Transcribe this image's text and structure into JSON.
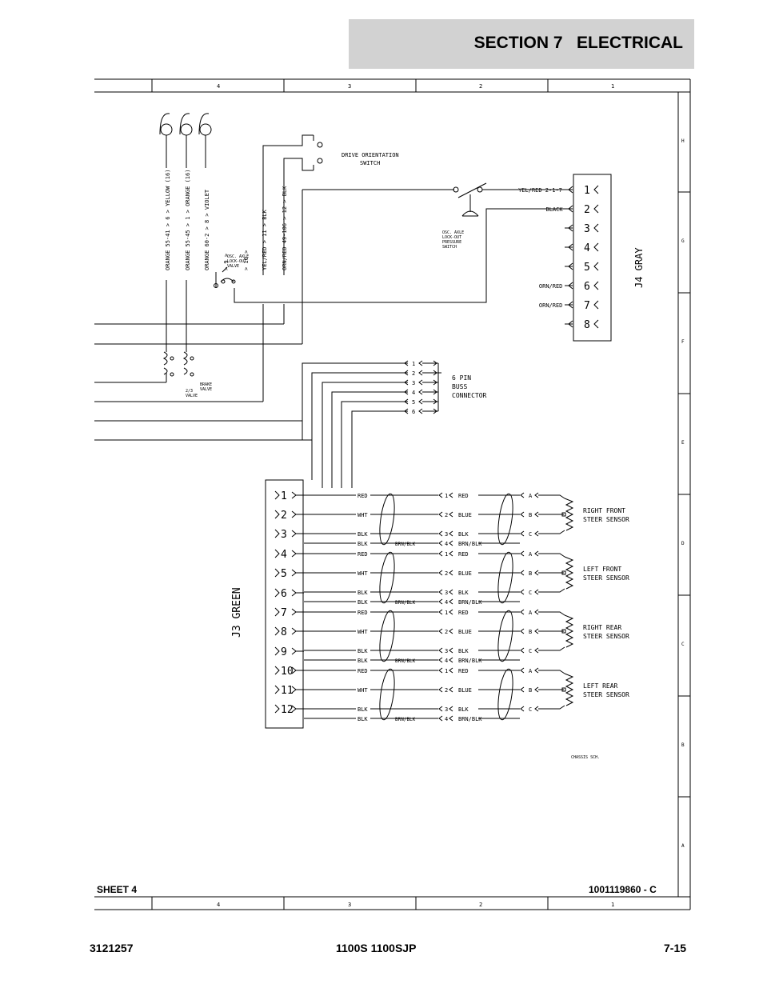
{
  "header": {
    "section_title": "SECTION 7   ELECTRICAL"
  },
  "frame": {
    "column_labels": [
      "4",
      "3",
      "2",
      "1"
    ],
    "row_labels": [
      "H",
      "G",
      "F",
      "E",
      "D",
      "C",
      "B",
      "A"
    ]
  },
  "drive_switch": {
    "label_line1": "DRIVE ORIENTATION",
    "label_line2": "SWITCH"
  },
  "vertical_wires": [
    "ORANGE 55-41 > 6 > YELLOW (16)",
    "ORANGE 55-45 > 1 > ORANGE (16)",
    "ORANGE 60-2 > 8 > VIOLET",
    "> 9 >",
    "> 10 >",
    "YEL/RED > 11 > BLK",
    "ORN/RED 49-106 > 12 > BLK"
  ],
  "osc_axle_valve": {
    "label": [
      "OSC. AXLE",
      "LOCK-OUT",
      "VALVE"
    ]
  },
  "pressure_switch": {
    "label": [
      "OSC. AXLE",
      "LOCK-OUT",
      "PRESSURE",
      "SWITCH"
    ]
  },
  "brake_valves": {
    "label_a": [
      "BRAKE",
      "VALVE"
    ],
    "label_b": [
      "2/3",
      "VALVE"
    ]
  },
  "j4_connector": {
    "name": "J4 GRAY",
    "pins": [
      "1",
      "2",
      "3",
      "4",
      "5",
      "6",
      "7",
      "8"
    ],
    "wire_labels": [
      "YEL/RED 2-1-7",
      "BLACK",
      "",
      "",
      "",
      "ORN/RED",
      "ORN/RED",
      ""
    ]
  },
  "buss_connector": {
    "label": [
      "6 PIN",
      "BUSS",
      "CONNECTOR"
    ],
    "pins": [
      "1",
      "2",
      "3",
      "4",
      "5",
      "6"
    ]
  },
  "j3_connector": {
    "name": "J3 GREEN",
    "pins": [
      "1",
      "2",
      "3",
      "4",
      "5",
      "6",
      "7",
      "8",
      "9",
      "10",
      "11",
      "12"
    ]
  },
  "steer_sensors": [
    {
      "name": [
        "RIGHT FRONT",
        "STEER SENSOR"
      ],
      "rows": [
        {
          "left": "RED",
          "mid_num": "1",
          "mid": "RED",
          "end": "A"
        },
        {
          "left": "WHT",
          "mid_num": "2",
          "mid": "BLUE",
          "end": "B"
        },
        {
          "left": "BLK",
          "mid_num": "3",
          "mid": "BLK",
          "end": "C"
        },
        {
          "left": "BLK",
          "shield": "BRN/BLK",
          "mid_num": "4",
          "mid": "BRN/BLK",
          "end": ""
        }
      ]
    },
    {
      "name": [
        "LEFT FRONT",
        "STEER SENSOR"
      ],
      "rows": [
        {
          "left": "RED",
          "mid_num": "1",
          "mid": "RED",
          "end": "A"
        },
        {
          "left": "WHT",
          "mid_num": "2",
          "mid": "BLUE",
          "end": "B"
        },
        {
          "left": "BLK",
          "mid_num": "3",
          "mid": "BLK",
          "end": "C"
        },
        {
          "left": "BLK",
          "shield": "BRN/BLK",
          "mid_num": "4",
          "mid": "BRN/BLK",
          "end": ""
        }
      ]
    },
    {
      "name": [
        "RIGHT REAR",
        "STEER SENSOR"
      ],
      "rows": [
        {
          "left": "RED",
          "mid_num": "1",
          "mid": "RED",
          "end": "A"
        },
        {
          "left": "WHT",
          "mid_num": "2",
          "mid": "BLUE",
          "end": "B"
        },
        {
          "left": "BLK",
          "mid_num": "3",
          "mid": "BLK",
          "end": "C"
        },
        {
          "left": "BLK",
          "shield": "BRN/BLK",
          "mid_num": "4",
          "mid": "BRN/BLK",
          "end": ""
        }
      ]
    },
    {
      "name": [
        "LEFT REAR",
        "STEER SENSOR"
      ],
      "rows": [
        {
          "left": "RED",
          "mid_num": "1",
          "mid": "RED",
          "end": "A"
        },
        {
          "left": "WHT",
          "mid_num": "2",
          "mid": "BLUE",
          "end": "B"
        },
        {
          "left": "BLK",
          "mid_num": "3",
          "mid": "BLK",
          "end": "C"
        },
        {
          "left": "BLK",
          "shield": "BRN/BLK",
          "mid_num": "4",
          "mid": "BRN/BLK",
          "end": ""
        }
      ]
    }
  ],
  "chassis_note": "CHASSIS SCH.",
  "sheet": {
    "left": "SHEET 4",
    "right": "1001119860 - C"
  },
  "footer": {
    "left": "3121257",
    "center": "1100S 1100SJP",
    "right": "7-15"
  }
}
